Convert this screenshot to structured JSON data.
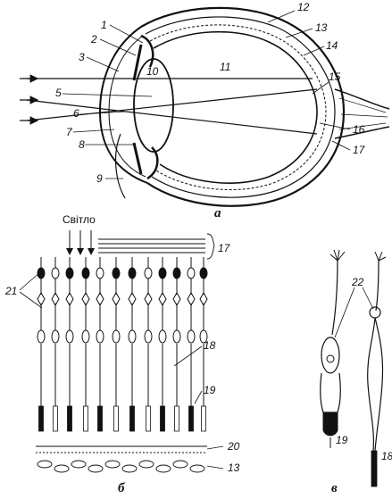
{
  "panel_a": {
    "caption": "а",
    "labels": [
      "1",
      "2",
      "3",
      "10",
      "11",
      "12",
      "13",
      "14",
      "15",
      "5",
      "6",
      "7",
      "8",
      "16",
      "17",
      "9"
    ]
  },
  "panel_b": {
    "caption": "б",
    "light_label": "Світло",
    "labels": [
      "17",
      "21",
      "18",
      "19",
      "20",
      "13"
    ]
  },
  "panel_v": {
    "caption": "в",
    "labels": [
      "22",
      "19",
      "18"
    ]
  }
}
